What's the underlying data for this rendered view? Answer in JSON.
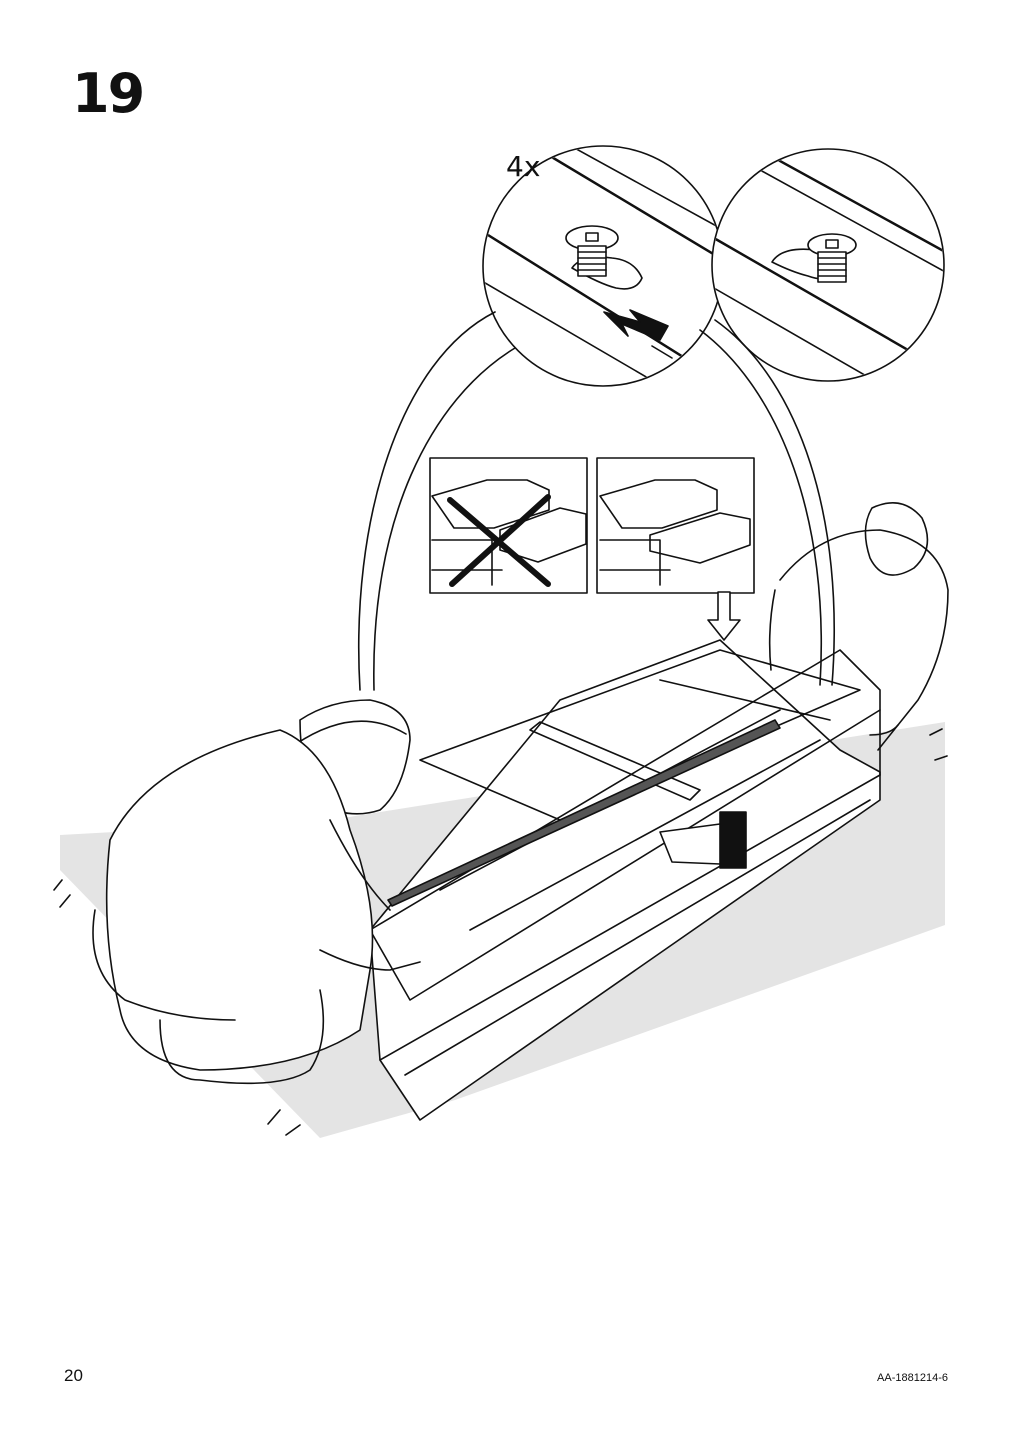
{
  "step": {
    "number": "19"
  },
  "detail": {
    "quantity": "4x"
  },
  "footer": {
    "page_number": "20",
    "document_code": "AA-1881214-6"
  },
  "colors": {
    "line": "#111111",
    "rug": "#e4e4e4",
    "dark_bar": "#555555"
  }
}
